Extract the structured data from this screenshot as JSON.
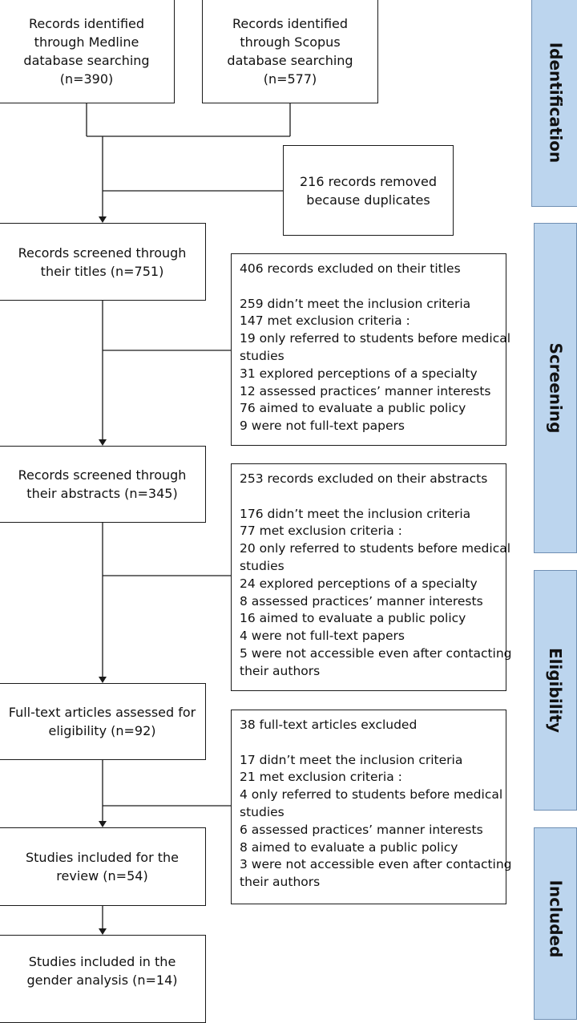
{
  "flow_boxes": {
    "medline": "Records identified\nthrough Medline\ndatabase searching\n(n=390)",
    "scopus": "Records identified\nthrough Scopus\ndatabase searching\n(n=577)",
    "duplicates": "216 records removed\nbecause duplicates",
    "titles": "Records screened through\ntheir titles (n=751)",
    "abstracts": "Records screened through\ntheir abstracts (n=345)",
    "fulltext": "Full-text articles assessed for\neligibility  (n=92)",
    "review": "Studies included for the\nreview (n=54)",
    "gender": "Studies included in the\ngender analysis (n=14)"
  },
  "exclusions": {
    "titles": {
      "header": "406 records excluded on their titles",
      "lines": [
        "259 didn’t meet the inclusion criteria",
        "147 met exclusion criteria :",
        "19 only referred to students before medical",
        "studies",
        "31 explored perceptions of a specialty",
        "12 assessed practices’ manner interests",
        "76 aimed to evaluate a public policy",
        "9 were not full-text papers"
      ]
    },
    "abstracts": {
      "header": "253 records excluded on their abstracts",
      "lines": [
        "176 didn’t meet the inclusion criteria",
        "77 met exclusion criteria :",
        "20 only referred to students before medical",
        "studies",
        "24 explored perceptions of a specialty",
        "8 assessed practices’ manner interests",
        "16 aimed to evaluate a public policy",
        "4 were not full-text papers",
        "5 were not accessible even after contacting",
        "their authors"
      ]
    },
    "fulltext": {
      "header": "38 full-text articles excluded",
      "lines": [
        "17 didn’t meet the inclusion criteria",
        "21 met exclusion criteria :",
        "4 only referred to students before medical",
        "studies",
        "6 assessed practices’ manner interests",
        "8 aimed to evaluate a public policy",
        "3 were not accessible even after contacting",
        "their authors"
      ]
    }
  },
  "stages": {
    "identification": "Identification",
    "screening": "Screening",
    "eligibility": "Eligibility",
    "included": "Included"
  },
  "colors": {
    "stage_fill": "#bcd5ee",
    "stage_border": "#6f8fb3",
    "line": "#1a1a1a"
  }
}
